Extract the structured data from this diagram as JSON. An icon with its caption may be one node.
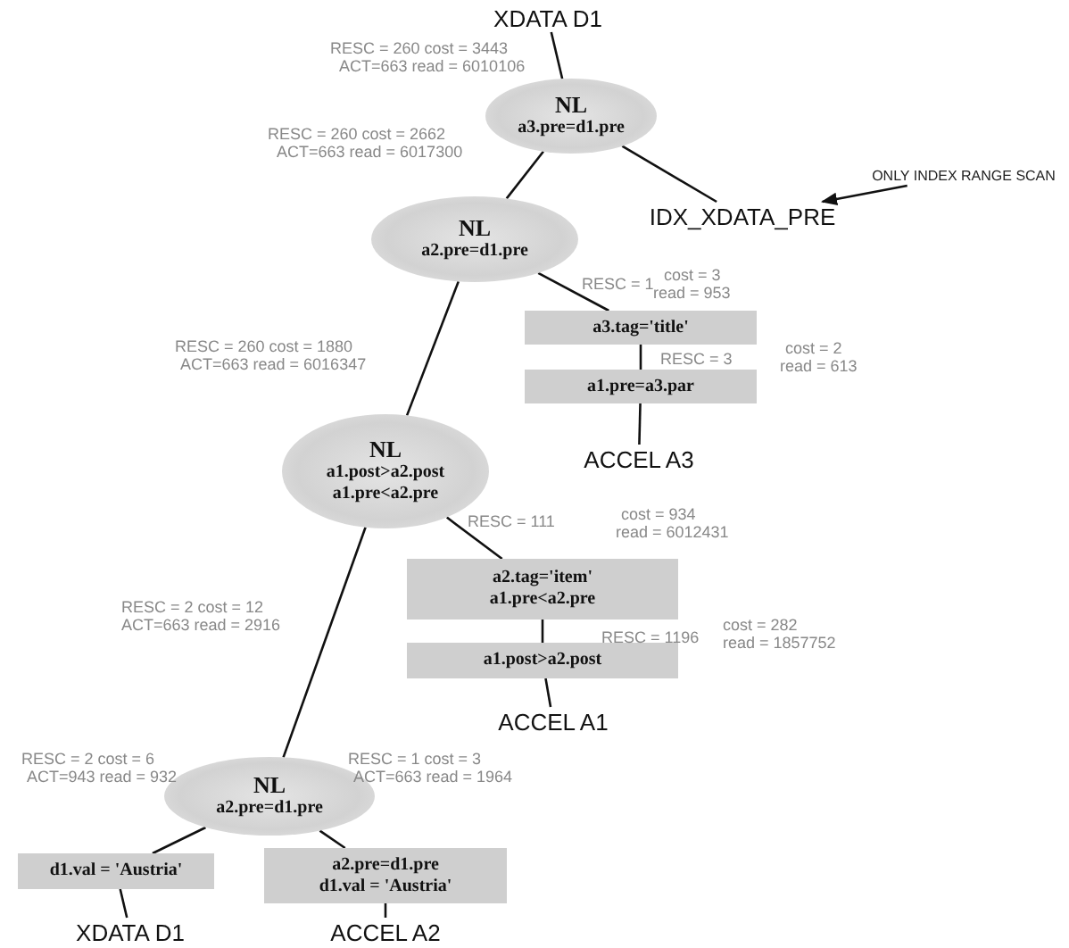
{
  "diagram": {
    "nodes": [
      {
        "text": [
          "XDATA D1"
        ]
      },
      {
        "text": [
          "NL",
          "a3.pre=d1.pre"
        ]
      },
      {
        "text": [
          "NL",
          "a2.pre=d1.pre"
        ]
      },
      {
        "text": [
          "IDX_XDATA_PRE"
        ]
      },
      {
        "text": [
          "ONLY INDEX RANGE SCAN"
        ]
      },
      {
        "text": [
          "a3.tag='title'"
        ]
      },
      {
        "text": [
          "a1.pre=a3.par"
        ]
      },
      {
        "text": [
          "ACCEL A3"
        ]
      },
      {
        "text": [
          "NL",
          "a1.post>a2.post",
          "a1.pre<a2.pre"
        ]
      },
      {
        "text": [
          "a2.tag='item'",
          "a1.pre<a2.pre"
        ]
      },
      {
        "text": [
          "a1.post>a2.post"
        ]
      },
      {
        "text": [
          "ACCEL A1"
        ]
      },
      {
        "text": [
          "NL",
          "a2.pre=d1.pre"
        ]
      },
      {
        "text": [
          "d1.val = 'Austria'"
        ]
      },
      {
        "text": [
          "a2.pre=d1.pre",
          "d1.val = 'Austria'"
        ]
      },
      {
        "text": [
          "XDATA D1"
        ]
      },
      {
        "text": [
          "ACCEL A2"
        ]
      }
    ],
    "edges": [
      {
        "from": 0,
        "to": 1,
        "arrow": "none"
      },
      {
        "from": 1,
        "to": 2,
        "arrow": "none"
      },
      {
        "from": 1,
        "to": 3,
        "arrow": "none"
      },
      {
        "from": 4,
        "to": 3,
        "arrow": "to"
      },
      {
        "from": 2,
        "to": 5,
        "arrow": "none"
      },
      {
        "from": 5,
        "to": 6,
        "arrow": "none"
      },
      {
        "from": 6,
        "to": 7,
        "arrow": "none"
      },
      {
        "from": 2,
        "to": 8,
        "arrow": "none"
      },
      {
        "from": 8,
        "to": 9,
        "arrow": "none"
      },
      {
        "from": 9,
        "to": 10,
        "arrow": "none"
      },
      {
        "from": 10,
        "to": 11,
        "arrow": "none"
      },
      {
        "from": 8,
        "to": 12,
        "arrow": "none"
      },
      {
        "from": 12,
        "to": 13,
        "arrow": "none"
      },
      {
        "from": 12,
        "to": 14,
        "arrow": "none"
      },
      {
        "from": 13,
        "to": 15,
        "arrow": "none"
      },
      {
        "from": 14,
        "to": 16,
        "arrow": "none"
      }
    ],
    "labels": [
      "RESC = 260 cost = 3443",
      "ACT=663 read = 6010106",
      "RESC = 260 cost = 2662",
      "ACT=663 read = 6017300",
      "RESC = 1",
      "cost = 3",
      "read = 953",
      "RESC = 260 cost = 1880",
      "ACT=663 read = 6016347",
      "cost = 2",
      "RESC = 3",
      "read = 613",
      "RESC = 111",
      "cost = 934",
      "read = 6012431",
      "RESC = 2 cost = 12",
      "ACT=663 read = 2916",
      "cost = 282",
      "RESC = 1196",
      "read = 1857752",
      "RESC = 2 cost = 6",
      "ACT=943 read = 932",
      "RESC = 1 cost = 3",
      "ACT=663 read = 1964"
    ]
  }
}
